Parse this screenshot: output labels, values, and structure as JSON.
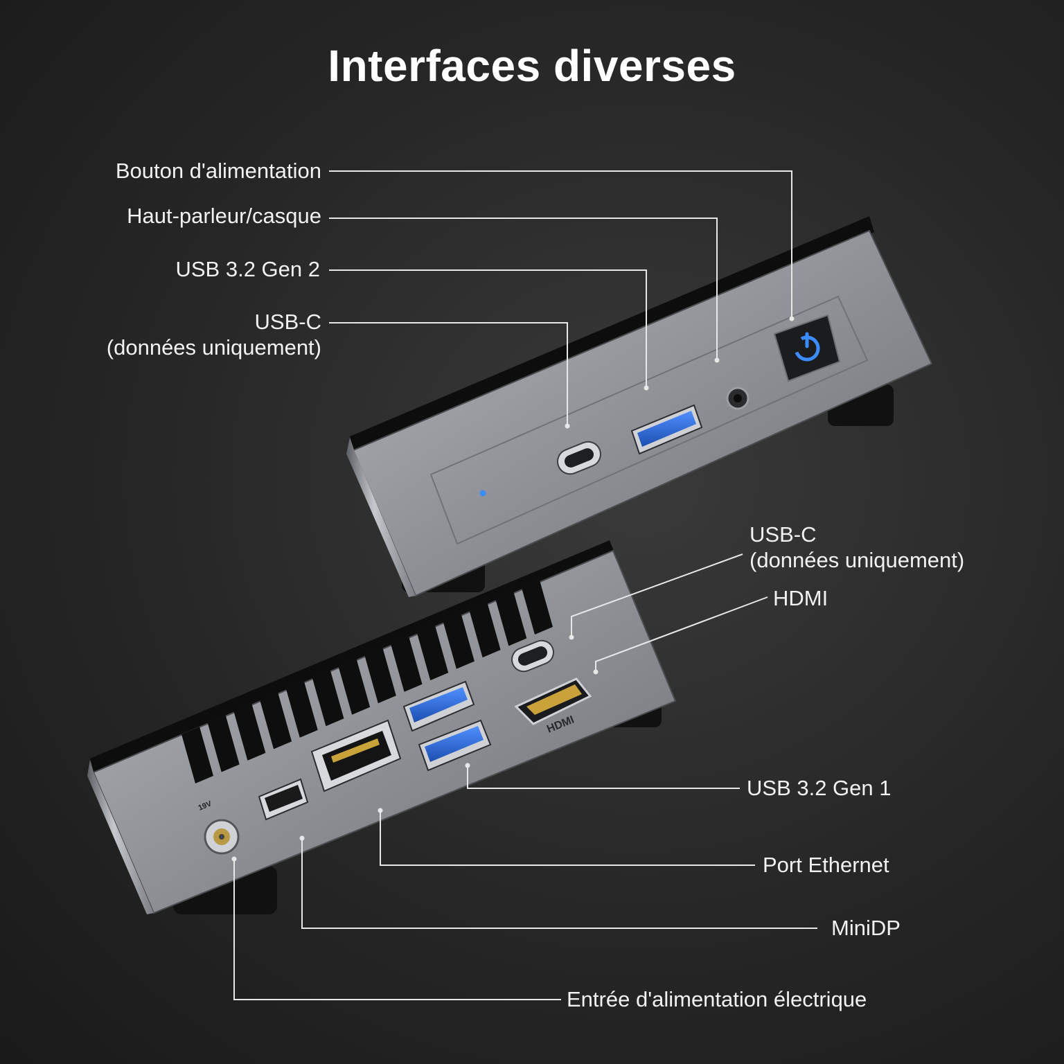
{
  "title": "Interfaces diverses",
  "front_labels": {
    "power_button": "Bouton d'alimentation",
    "audio_jack": "Haut-parleur/casque",
    "usb_gen2": "USB 3.2 Gen 2",
    "usbc_line1": "USB-C",
    "usbc_line2": "(données uniquement)"
  },
  "rear_labels": {
    "usbc_line1": "USB-C",
    "usbc_line2": "(données uniquement)",
    "hdmi": "HDMI",
    "usb_gen1": "USB 3.2 Gen 1",
    "ethernet": "Port Ethernet",
    "minidp": "MiniDP",
    "power_input": "Entrée d'alimentation électrique"
  },
  "port_markings": {
    "hdmi_logo": "HDMI",
    "dc_voltage": "19V"
  },
  "colors": {
    "background": "#262626",
    "case": "#8c8f94",
    "usb_blue": "#2e6fd6",
    "power_led": "#3a8cff",
    "hdmi_gold": "#c9a23a"
  }
}
